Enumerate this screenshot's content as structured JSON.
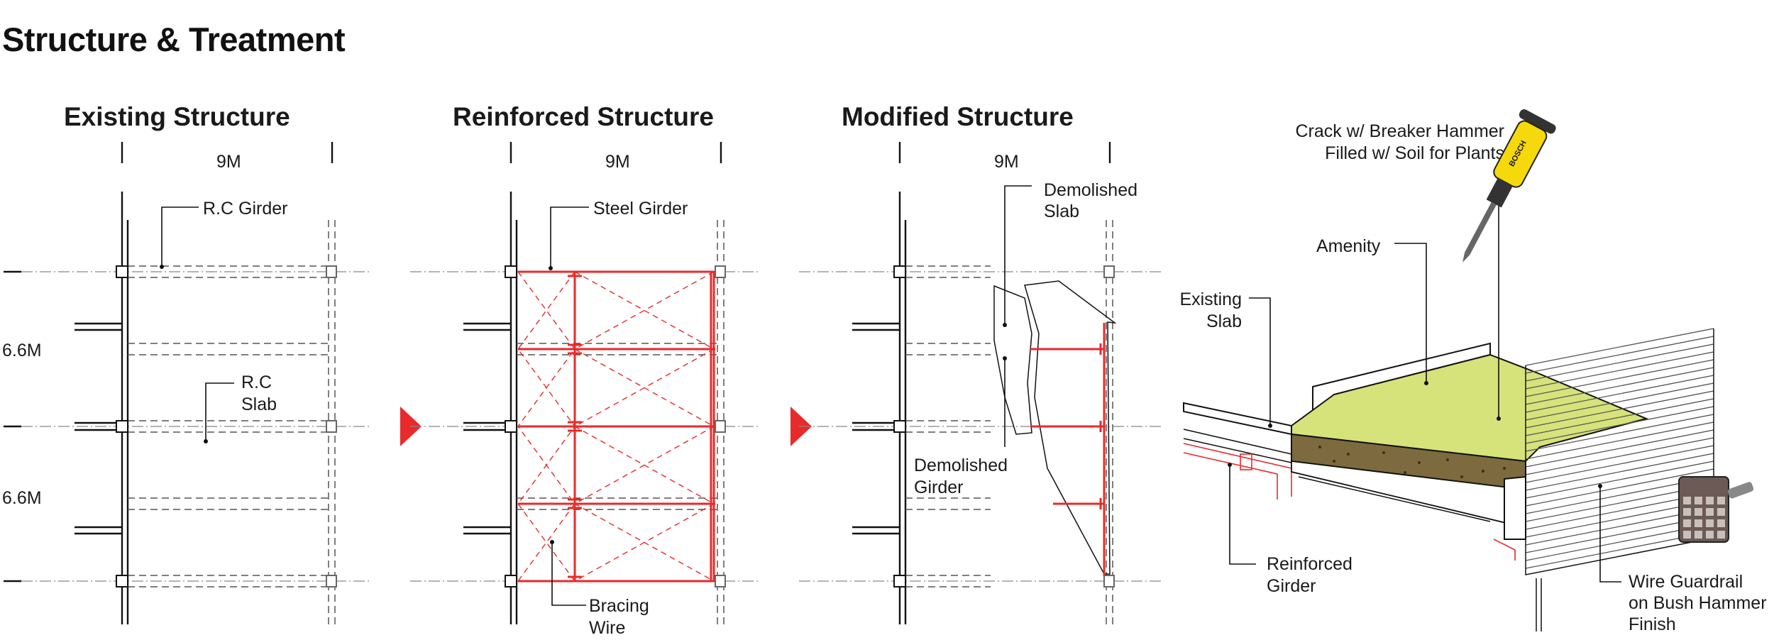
{
  "title": "Structure & Treatment",
  "panels": [
    {
      "title": "Existing Structure",
      "span": "9M",
      "bays": [
        "6.6M",
        "6.6M"
      ],
      "labels": [
        "R.C Girder",
        "R.C",
        "Slab"
      ]
    },
    {
      "title": "Reinforced Structure",
      "span": "9M",
      "labels": [
        "Steel Girder",
        "Bracing",
        "Wire"
      ]
    },
    {
      "title": "Modified Structure",
      "span": "9M",
      "labels": [
        "Demolished",
        "Slab",
        "Demolished",
        "Girder"
      ]
    }
  ],
  "perspective": {
    "labels": [
      "Crack w/ Breaker Hammer",
      "Filled w/ Soil for Plants",
      "Amenity",
      "Existing",
      "Slab",
      "Reinforced",
      "Girder",
      "Wire Guardrail",
      "on Bush Hammer",
      "Finish"
    ],
    "tool_brand": "BOSCH"
  },
  "colors": {
    "accent_red": "#e82a2a",
    "soil": "#7d6a3e",
    "lawn": "#d6e27a"
  },
  "icons": [
    "breaker-hammer-icon",
    "bush-hammer-icon",
    "arrow-right-icon"
  ]
}
